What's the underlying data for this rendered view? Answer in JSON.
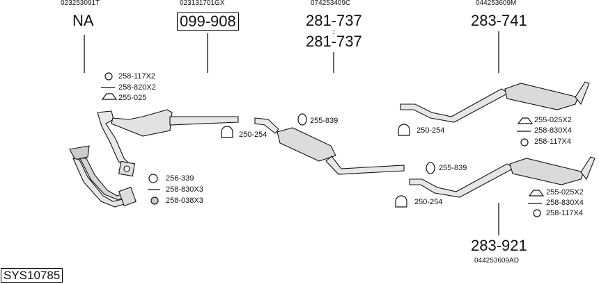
{
  "header_codes": [
    "023253091T",
    "023131701GX",
    "074253409C",
    "044253609M"
  ],
  "main_numbers": {
    "section1": "NA",
    "section2": "099-908",
    "section3_a": "281-737",
    "section3_b": "281-737",
    "section4": "283-741",
    "section5": "283-921"
  },
  "footer_code": "044253609AD",
  "assembly_id": "SYS10785",
  "parts": {
    "p1": "258-117X2",
    "p2": "258-820X2",
    "p3": "255-025",
    "p4": "256-339",
    "p5": "258-830X3",
    "p6": "258-038X3",
    "p7": "250-254",
    "p8": "255-839",
    "p9": "250-254",
    "p10": "255-025X2",
    "p11": "258-830X4",
    "p12": "258-117X4",
    "p13": "255-839",
    "p14": "250-254",
    "p15": "255-025X2",
    "p16": "258-830X4",
    "p17": "258-117X4"
  }
}
